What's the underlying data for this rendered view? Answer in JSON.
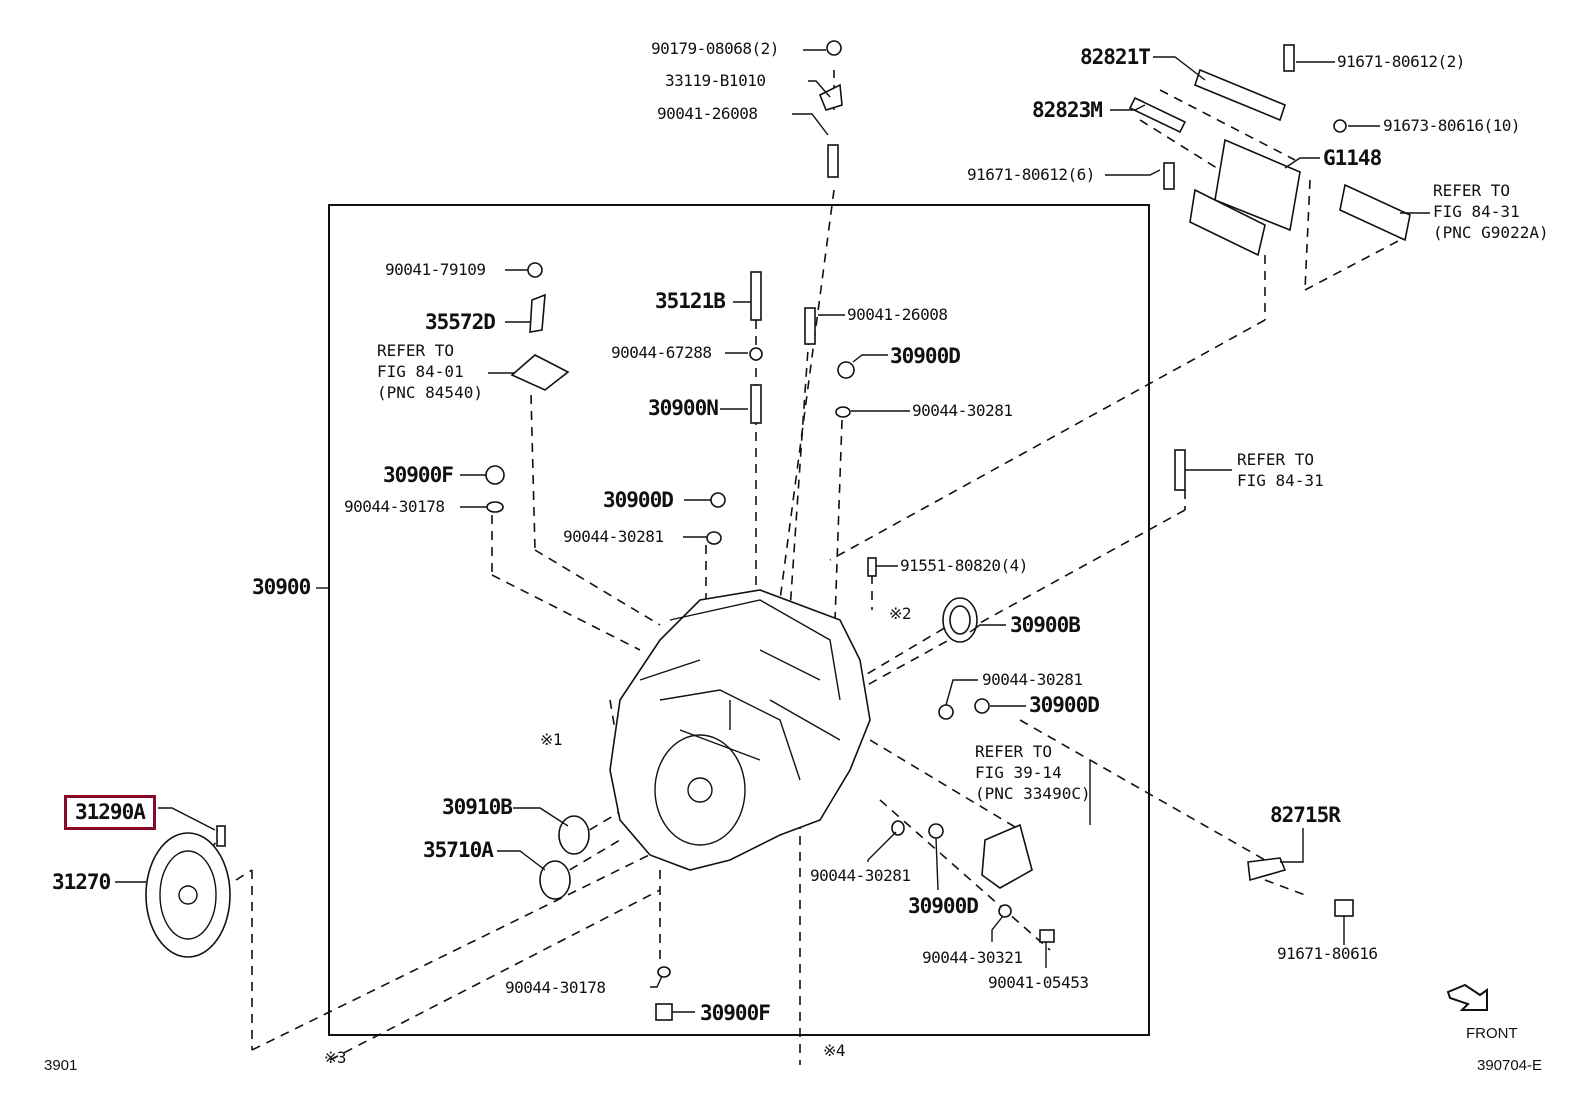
{
  "diagram": {
    "figure_code": "3901",
    "illustration_id": "390704-E",
    "front_label": "FRONT",
    "highlight_color": "#8b0a2a",
    "assembly_label": "30900",
    "notes": [
      "※1",
      "※2",
      "※3",
      "※4"
    ],
    "parts": [
      {
        "id": "p1",
        "label": "90179-08068(2)"
      },
      {
        "id": "p2",
        "label": "33119-B1010"
      },
      {
        "id": "p3",
        "label": "90041-26008"
      },
      {
        "id": "p4",
        "label": "82821T"
      },
      {
        "id": "p5",
        "label": "91671-80612(2)"
      },
      {
        "id": "p6",
        "label": "82823M"
      },
      {
        "id": "p7",
        "label": "91673-80616(10)"
      },
      {
        "id": "p8",
        "label": "91671-80612(6)"
      },
      {
        "id": "p9",
        "label": "G1148"
      },
      {
        "id": "p10",
        "label": "90041-79109"
      },
      {
        "id": "p11",
        "label": "35572D"
      },
      {
        "id": "p12",
        "label": "35121B"
      },
      {
        "id": "p13",
        "label": "90041-26008"
      },
      {
        "id": "p14",
        "label": "90044-67288"
      },
      {
        "id": "p15",
        "label": "30900D"
      },
      {
        "id": "p16",
        "label": "30900N"
      },
      {
        "id": "p17",
        "label": "90044-30281"
      },
      {
        "id": "p18",
        "label": "30900F"
      },
      {
        "id": "p19",
        "label": "90044-30178"
      },
      {
        "id": "p20",
        "label": "30900D"
      },
      {
        "id": "p21",
        "label": "90044-30281"
      },
      {
        "id": "p22",
        "label": "91551-80820(4)"
      },
      {
        "id": "p23",
        "label": "30900B"
      },
      {
        "id": "p24",
        "label": "90044-30281"
      },
      {
        "id": "p25",
        "label": "30900D"
      },
      {
        "id": "p26",
        "label": "30910B"
      },
      {
        "id": "p27",
        "label": "35710A"
      },
      {
        "id": "p28",
        "label": "31290A",
        "highlighted": true
      },
      {
        "id": "p29",
        "label": "31270"
      },
      {
        "id": "p30",
        "label": "90044-30281"
      },
      {
        "id": "p31",
        "label": "30900D"
      },
      {
        "id": "p32",
        "label": "90044-30321"
      },
      {
        "id": "p33",
        "label": "90041-05453"
      },
      {
        "id": "p34",
        "label": "82715R"
      },
      {
        "id": "p35",
        "label": "91671-80616"
      },
      {
        "id": "p36",
        "label": "90044-30178"
      },
      {
        "id": "p37",
        "label": "30900F"
      }
    ],
    "references": [
      {
        "id": "r1",
        "lines": [
          "REFER TO",
          "FIG 84-31",
          "(PNC G9022A)"
        ]
      },
      {
        "id": "r2",
        "lines": [
          "REFER TO",
          "FIG 84-01",
          "(PNC 84540)"
        ]
      },
      {
        "id": "r3",
        "lines": [
          "REFER TO",
          "FIG 84-31"
        ]
      },
      {
        "id": "r4",
        "lines": [
          "REFER TO",
          "FIG 39-14",
          "(PNC 33490C)"
        ]
      }
    ]
  }
}
